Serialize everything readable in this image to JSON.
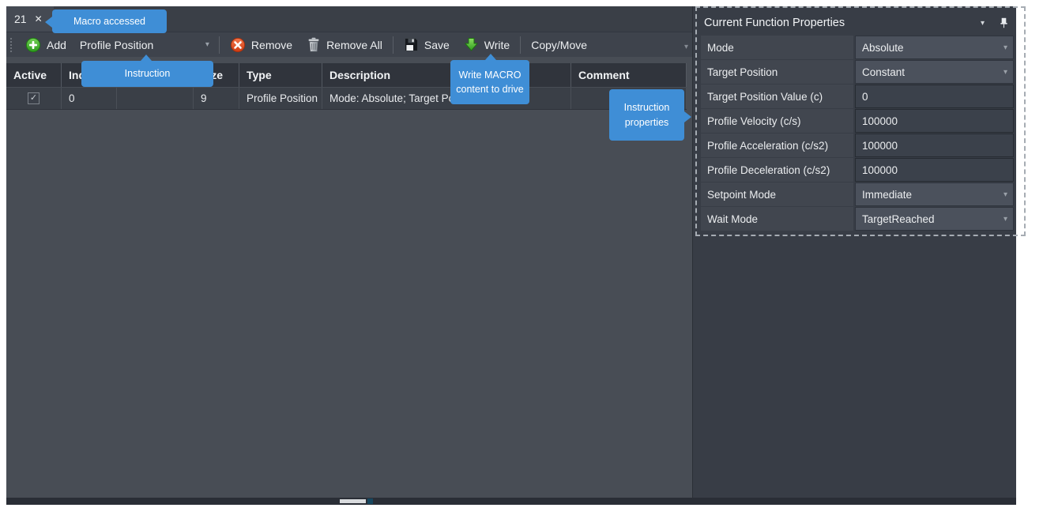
{
  "tab": {
    "label": "21",
    "close_glyph": "✕"
  },
  "toolbar": {
    "add_label": "Add",
    "instruction_select_value": "Profile Position",
    "remove_label": "Remove",
    "remove_all_label": "Remove All",
    "save_label": "Save",
    "write_label": "Write",
    "copy_move_label": "Copy/Move"
  },
  "table": {
    "headers": [
      "Active",
      "Index",
      "",
      "Size",
      "Type",
      "Description",
      "Comment"
    ],
    "row": {
      "active_checked_glyph": "✓",
      "index": "0",
      "col3": "",
      "size": "9",
      "type": "Profile Position",
      "description": "Mode: Absolute; Target Position: 0",
      "comment": ""
    }
  },
  "properties_panel": {
    "title": "Current Function Properties",
    "rows": [
      {
        "label": "Mode",
        "value": "Absolute",
        "kind": "dropdown"
      },
      {
        "label": "Target Position",
        "value": "Constant",
        "kind": "dropdown"
      },
      {
        "label": "Target Position Value (c)",
        "value": "0",
        "kind": "input"
      },
      {
        "label": "Profile Velocity (c/s)",
        "value": "100000",
        "kind": "input"
      },
      {
        "label": "Profile Acceleration (c/s2)",
        "value": "100000",
        "kind": "input"
      },
      {
        "label": "Profile Deceleration (c/s2)",
        "value": "100000",
        "kind": "input"
      },
      {
        "label": "Setpoint Mode",
        "value": "Immediate",
        "kind": "dropdown"
      },
      {
        "label": "Wait Mode",
        "value": "TargetReached",
        "kind": "dropdown"
      }
    ]
  },
  "callouts": {
    "macro_accessed": "Macro accessed",
    "instruction": "Instruction",
    "write_macro_line1": "Write MACRO",
    "write_macro_line2": "content to drive",
    "instruction_properties_line1": "Instruction",
    "instruction_properties_line2": "properties"
  },
  "icons": {
    "caret_glyph": "▾",
    "overflow_glyph": "▾"
  },
  "colors": {
    "callout_blue": "#3f8ed6",
    "background_gray": "#484d55",
    "add_green": "#3ba821",
    "remove_red": "#e2491f",
    "write_green": "#4fae2d"
  }
}
